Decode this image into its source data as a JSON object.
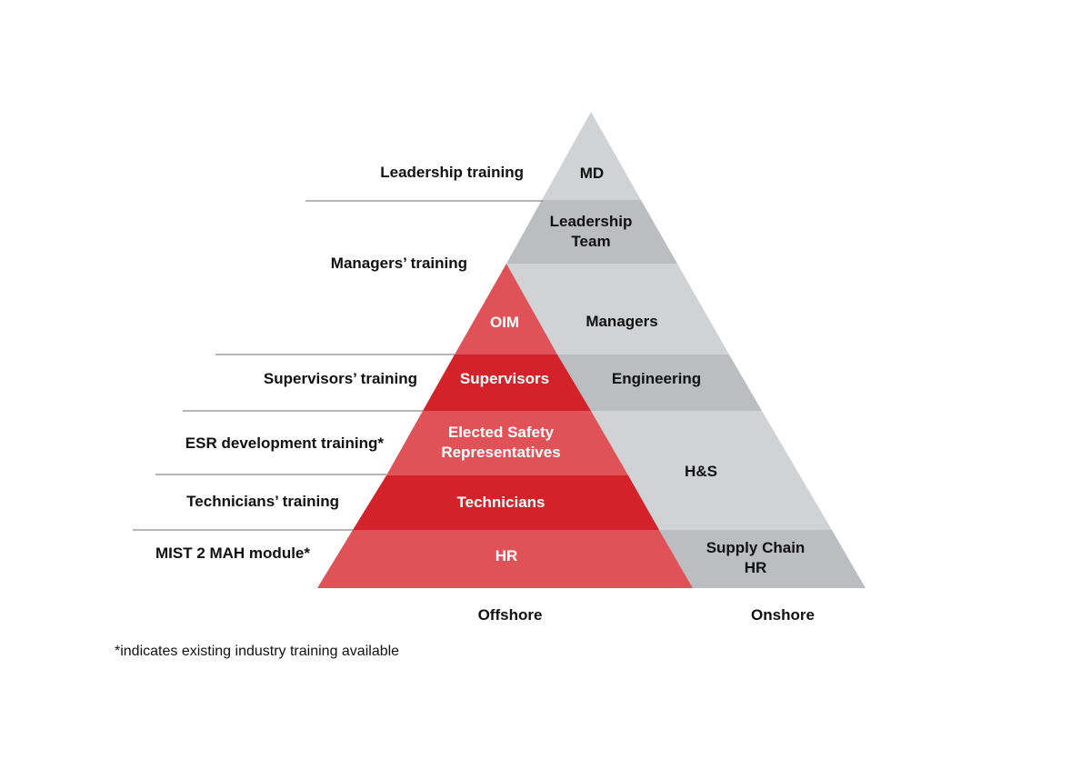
{
  "colors": {
    "light_grey": "#d1d2d4",
    "mid_grey": "#bcbdc0",
    "light_red": "#df5358",
    "dark_red": "#d3222a",
    "divider_line": "#6e6e6e"
  },
  "left_labels": {
    "leadership": "Leadership training",
    "managers": "Managers’ training",
    "supervisors": "Supervisors’ training",
    "esr": "ESR development training*",
    "technicians": "Technicians’ training",
    "mist": "MIST 2 MAH module*"
  },
  "onshore_tiers": {
    "md": "MD",
    "leadership_team_1": "Leadership",
    "leadership_team_2": "Team",
    "managers": "Managers",
    "engineering": "Engineering",
    "hs": "H&S",
    "supply_chain": "Supply Chain",
    "hr": "HR"
  },
  "offshore_tiers": {
    "oim": "OIM",
    "supervisors": "Supervisors",
    "esr_1": "Elected Safety",
    "esr_2": "Representatives",
    "technicians": "Technicians",
    "hr": "HR"
  },
  "columns": {
    "offshore": "Offshore",
    "onshore": "Onshore"
  },
  "footnote": "*indicates existing industry training available"
}
